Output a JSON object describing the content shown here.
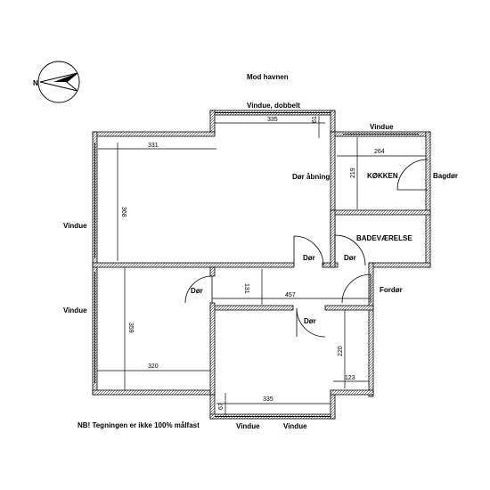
{
  "top_label": "Mod havnen",
  "compass": {
    "letter": "N",
    "icon": "compass-icon"
  },
  "windows": {
    "top_double": "Vindue, dobbelt",
    "top_right": "Vindue",
    "left_upper": "Vindue",
    "left_lower": "Vindue",
    "bottom_left": "Vindue",
    "bottom_right": "Vindue"
  },
  "rooms": {
    "kitchen": "KØKKEN",
    "bathroom": "BADEVÆRELSE"
  },
  "doors": {
    "opening": "Dør åbning",
    "back_door": "Bagdør",
    "front_door": "Fordør",
    "door_living": "Dør",
    "door_bath": "Dør",
    "door_left_room": "Dør",
    "door_bottom_room": "Dør"
  },
  "dimensions": {
    "top_width": "335",
    "top_small": "61",
    "living_width": "331",
    "living_height": "368",
    "kitchen_width": "264",
    "kitchen_height": "219",
    "hall_height": "131",
    "hall_width": "457",
    "left_room_height": "359",
    "left_room_width": "320",
    "bottom_room_height": "220",
    "bottom_small_width": "123",
    "bottom_width": "335",
    "bottom_small": "67"
  },
  "note": "NB! Tegningen er ikke 100% målfast",
  "colors": {
    "line": "#000000",
    "background": "#ffffff"
  }
}
